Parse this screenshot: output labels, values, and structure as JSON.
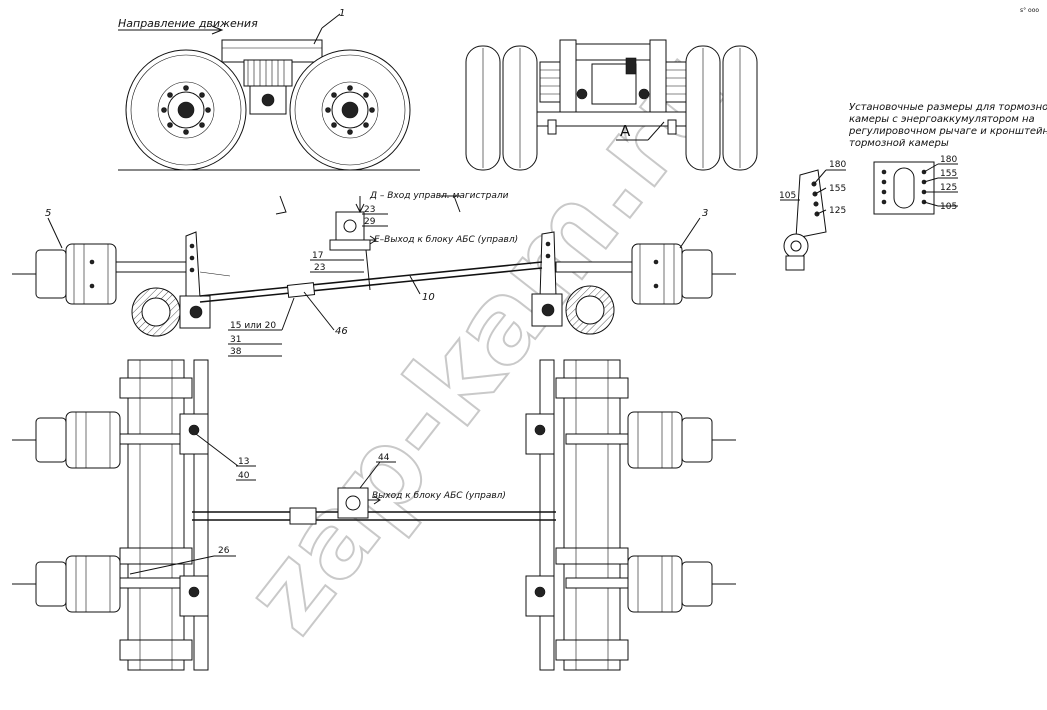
{
  "title_direction": "Направление движения",
  "corner_mark": "s° ooo",
  "watermark": "zap-kam.ru",
  "labels": {
    "inlet_control": "Д – Вход управл. магистрали",
    "outlet_abs_e": "Е–Выход к блоку АБС (управл)",
    "outlet_abs": "Выход к блоку АБС (управл)",
    "view_a": "A",
    "note_line1": "Установочные размеры для тормозной",
    "note_line2": "камеры с энергоаккумулятором на",
    "note_line3": "регулировочном рычаге и кронштейне",
    "note_line4": "тормозной камеры"
  },
  "callouts": {
    "c1": "1",
    "c3": "3",
    "c5": "5",
    "c10": "10",
    "c13": "13",
    "c17": "17",
    "c23a": "23",
    "c23b": "23",
    "c26": "26",
    "c29": "29",
    "c31": "31",
    "c38": "38",
    "c40": "40",
    "c44": "44",
    "c46": "46",
    "c15_20": "15 или 20"
  },
  "dims": {
    "lever": [
      "180",
      "155",
      "125",
      "105"
    ],
    "bracket": [
      "180",
      "155",
      "125",
      "105"
    ]
  }
}
